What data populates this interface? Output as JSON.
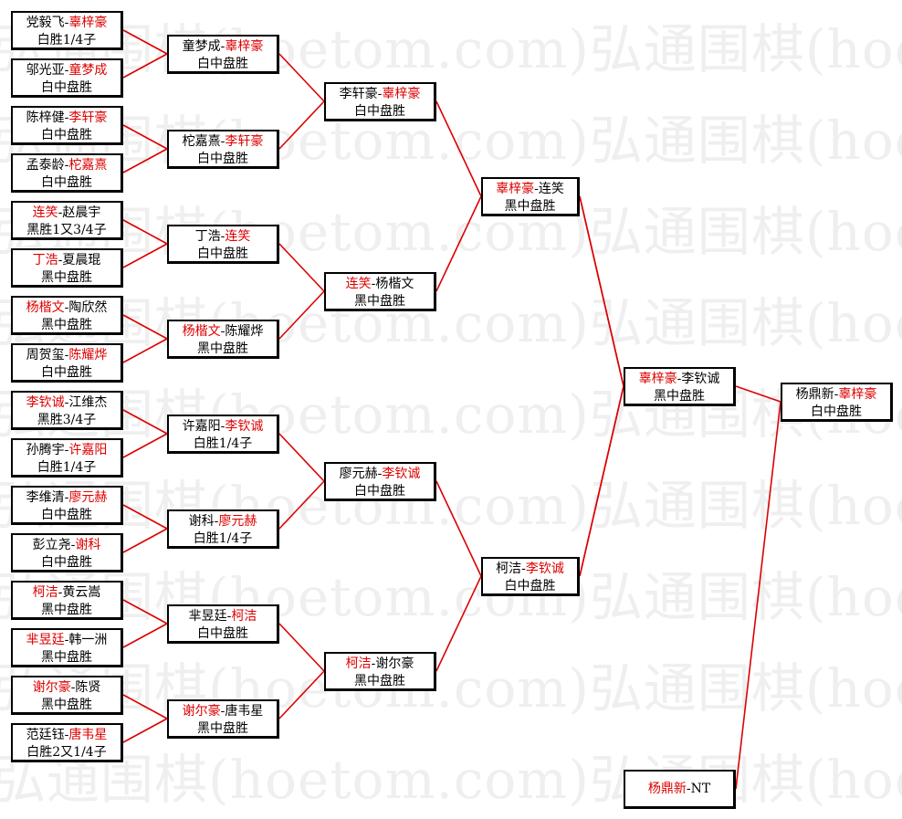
{
  "watermark": "弘通围棋(hoetom.com)",
  "colors": {
    "winner": "#dd0000",
    "line": "#dd0000",
    "border": "#000000",
    "watermark": "#efefef"
  },
  "rounds": [
    {
      "matches": [
        {
          "p1": "党毅飞",
          "p2": "辜梓豪",
          "winner": 2,
          "result": "白胜1/4子"
        },
        {
          "p1": "邬光亚",
          "p2": "童梦成",
          "winner": 2,
          "result": "白中盘胜"
        },
        {
          "p1": "陈梓健",
          "p2": "李轩豪",
          "winner": 2,
          "result": "白中盘胜"
        },
        {
          "p1": "孟泰龄",
          "p2": "柁嘉熹",
          "winner": 2,
          "result": "白中盘胜"
        },
        {
          "p1": "连笑",
          "p2": "赵晨宇",
          "winner": 1,
          "result": "黑胜1又3/4子"
        },
        {
          "p1": "丁浩",
          "p2": "夏晨琨",
          "winner": 1,
          "result": "黑中盘胜"
        },
        {
          "p1": "杨楷文",
          "p2": "陶欣然",
          "winner": 1,
          "result": "黑中盘胜"
        },
        {
          "p1": "周贺玺",
          "p2": "陈耀烨",
          "winner": 2,
          "result": "白中盘胜"
        },
        {
          "p1": "李钦诚",
          "p2": "江维杰",
          "winner": 1,
          "result": "黑胜3/4子"
        },
        {
          "p1": "孙腾宇",
          "p2": "许嘉阳",
          "winner": 2,
          "result": "白胜1/4子"
        },
        {
          "p1": "李维清",
          "p2": "廖元赫",
          "winner": 2,
          "result": "白中盘胜"
        },
        {
          "p1": "彭立尧",
          "p2": "谢科",
          "winner": 2,
          "result": "白中盘胜"
        },
        {
          "p1": "柯洁",
          "p2": "黄云嵩",
          "winner": 1,
          "result": "黑中盘胜"
        },
        {
          "p1": "芈昱廷",
          "p2": "韩一洲",
          "winner": 1,
          "result": "黑中盘胜"
        },
        {
          "p1": "谢尔豪",
          "p2": "陈贤",
          "winner": 1,
          "result": "黑中盘胜"
        },
        {
          "p1": "范廷钰",
          "p2": "唐韦星",
          "winner": 2,
          "result": "白胜2又1/4子"
        }
      ]
    },
    {
      "matches": [
        {
          "p1": "童梦成",
          "p2": "辜梓豪",
          "winner": 2,
          "result": "白中盘胜"
        },
        {
          "p1": "柁嘉熹",
          "p2": "李轩豪",
          "winner": 2,
          "result": "白中盘胜"
        },
        {
          "p1": "丁浩",
          "p2": "连笑",
          "winner": 2,
          "result": "白中盘胜"
        },
        {
          "p1": "杨楷文",
          "p2": "陈耀烨",
          "winner": 1,
          "result": "黑中盘胜"
        },
        {
          "p1": "许嘉阳",
          "p2": "李钦诚",
          "winner": 2,
          "result": "白胜1/4子"
        },
        {
          "p1": "谢科",
          "p2": "廖元赫",
          "winner": 2,
          "result": "白胜1/4子"
        },
        {
          "p1": "芈昱廷",
          "p2": "柯洁",
          "winner": 2,
          "result": "白中盘胜"
        },
        {
          "p1": "谢尔豪",
          "p2": "唐韦星",
          "winner": 1,
          "result": "黑中盘胜"
        }
      ]
    },
    {
      "matches": [
        {
          "p1": "李轩豪",
          "p2": "辜梓豪",
          "winner": 2,
          "result": "白中盘胜"
        },
        {
          "p1": "连笑",
          "p2": "杨楷文",
          "winner": 1,
          "result": "黑中盘胜"
        },
        {
          "p1": "廖元赫",
          "p2": "李钦诚",
          "winner": 2,
          "result": "白中盘胜"
        },
        {
          "p1": "柯洁",
          "p2": "谢尔豪",
          "winner": 1,
          "result": "黑中盘胜"
        }
      ]
    },
    {
      "matches": [
        {
          "p1": "辜梓豪",
          "p2": "连笑",
          "winner": 1,
          "result": "黑中盘胜"
        },
        {
          "p1": "柯洁",
          "p2": "李钦诚",
          "winner": 2,
          "result": "白中盘胜"
        }
      ]
    },
    {
      "matches": [
        {
          "p1": "辜梓豪",
          "p2": "李钦诚",
          "winner": 1,
          "result": "黑中盘胜"
        }
      ]
    },
    {
      "matches": [
        {
          "p1": "杨鼎新",
          "p2": "辜梓豪",
          "winner": 2,
          "result": "白中盘胜"
        }
      ]
    }
  ],
  "bye": {
    "p1": "杨鼎新",
    "p2": "NT",
    "winner": 1,
    "result": ""
  }
}
